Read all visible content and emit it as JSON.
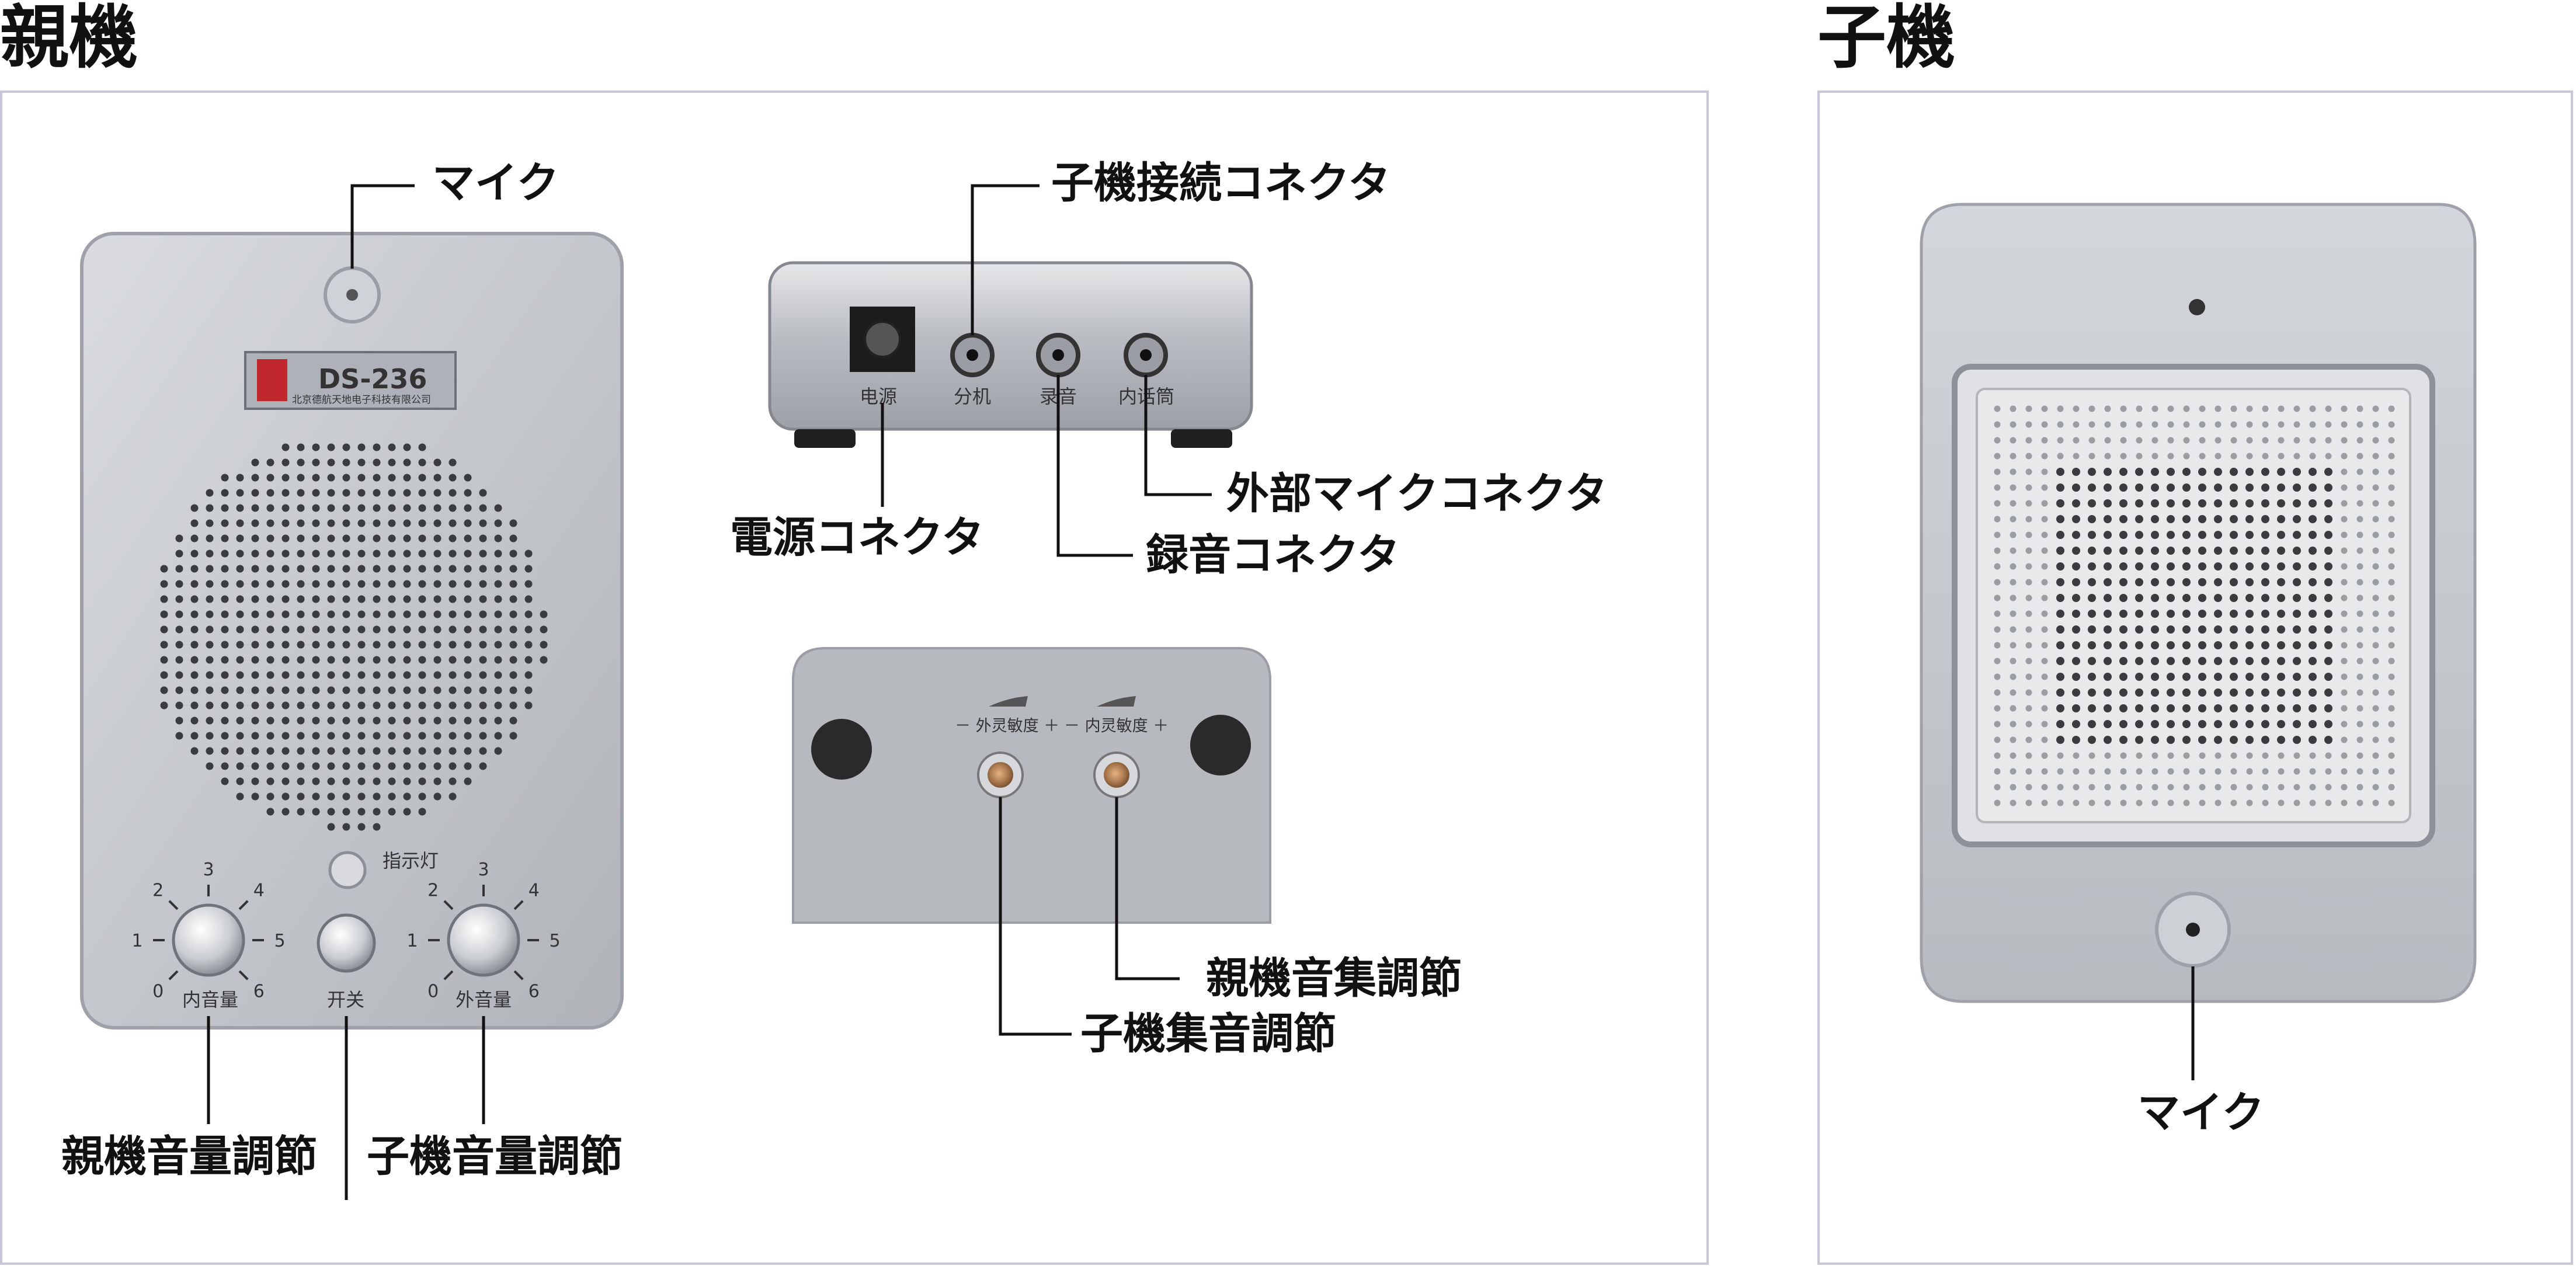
{
  "sections": {
    "parent_title": "親機",
    "child_title": "子機"
  },
  "callouts": {
    "parent_mic": "マイク",
    "child_connector": "子機接続コネクタ",
    "external_mic_connector": "外部マイクコネクタ",
    "power_connector": "電源コネクタ",
    "recording_connector": "録音コネクタ",
    "parent_sensitivity": "親機音集調節",
    "child_sensitivity": "子機集音調節",
    "parent_volume": "親機音量調節",
    "child_volume": "子機音量調節",
    "child_mic": "マイク"
  },
  "device_print": {
    "model": "DS-236",
    "company": "北京德航天地电子科技有限公司",
    "indicator": "指示灯",
    "inner_volume": "内音量",
    "switch": "开关",
    "outer_volume": "外音量",
    "port_power": "电源",
    "port_extension": "分机",
    "port_record": "录音",
    "port_inner_mic": "内话筒",
    "outer_sensitivity": "－ 外灵敏度 ＋",
    "inner_sensitivity": "－ 内灵敏度 ＋",
    "dial_numbers": [
      "0",
      "1",
      "2",
      "3",
      "4",
      "5",
      "6"
    ]
  },
  "colors": {
    "panel_border": "#c9c6dc",
    "device_silver": "#c3c6cb",
    "device_edge": "#8e9298",
    "grille_dot": "#3a3c40",
    "callout_line": "#111111"
  }
}
